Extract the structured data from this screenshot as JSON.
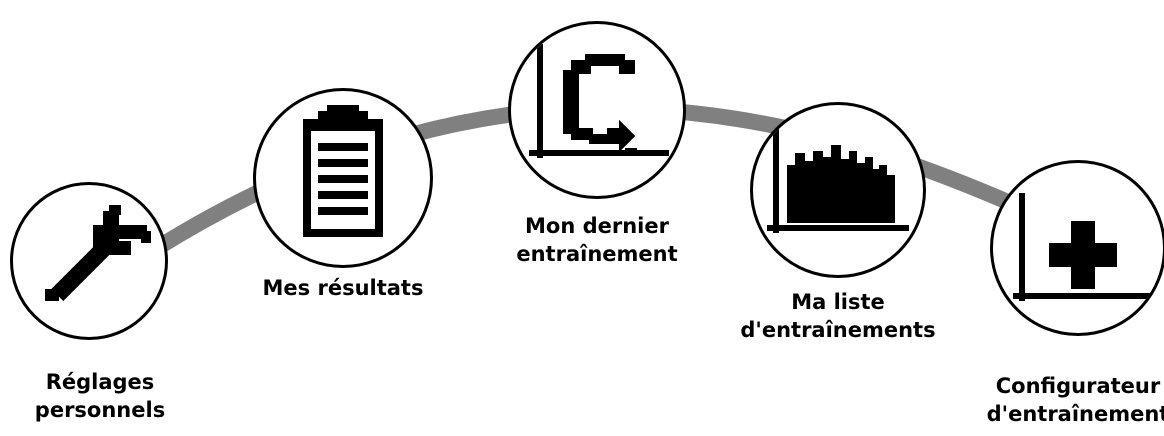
{
  "colors": {
    "arc": "#808080",
    "stroke": "#000000",
    "background": "#ffffff"
  },
  "menu": {
    "items": [
      {
        "icon": "wrench-icon",
        "label_lines": [
          "Réglages",
          "personnels"
        ]
      },
      {
        "icon": "clipboard-icon",
        "label_lines": [
          "Mes résultats"
        ]
      },
      {
        "icon": "replay-chart-icon",
        "label_lines": [
          "Mon dernier",
          "entraînement"
        ]
      },
      {
        "icon": "bar-chart-icon",
        "label_lines": [
          "Ma liste",
          "d'entraînements"
        ]
      },
      {
        "icon": "add-chart-icon",
        "label_lines": [
          "Configurateur",
          "d'entraînement"
        ]
      }
    ]
  }
}
